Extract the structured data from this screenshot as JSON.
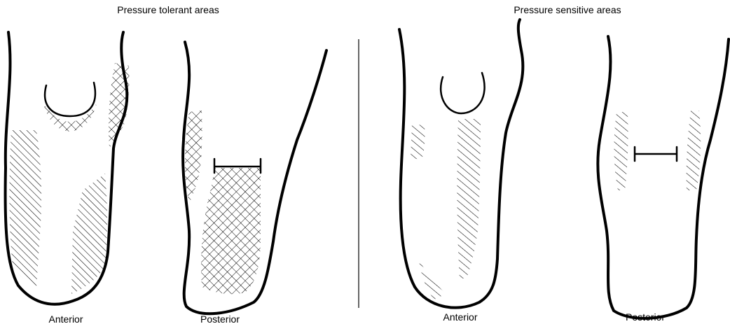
{
  "panels": [
    {
      "title": "Pressure tolerant areas",
      "views": [
        {
          "label": "Anterior"
        },
        {
          "label": "Posterior"
        }
      ]
    },
    {
      "title": "Pressure sensitive areas",
      "views": [
        {
          "label": "Anterior"
        },
        {
          "label": "Posterior"
        }
      ]
    }
  ]
}
